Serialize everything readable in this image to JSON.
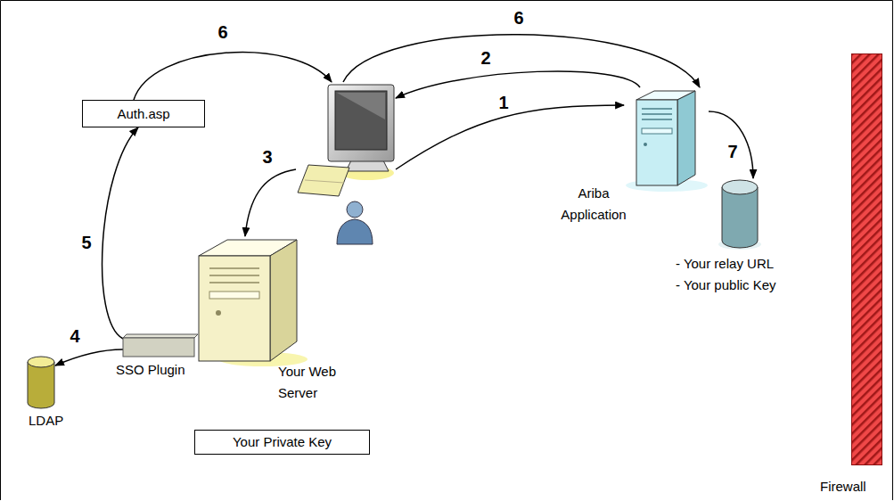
{
  "diagram": {
    "nodes": [
      {
        "text": [
          "Auth.asp"
        ]
      },
      {
        "text": []
      },
      {
        "text": [
          "Ariba Application"
        ]
      },
      {
        "text": [
          "- Your relay URL",
          "- Your public Key"
        ]
      },
      {
        "text": [
          "Your Web Server"
        ]
      },
      {
        "text": [
          "SSO Plugin"
        ]
      },
      {
        "text": [
          "LDAP"
        ]
      },
      {
        "text": [
          "Your Private Key"
        ]
      },
      {
        "text": [
          "Firewall"
        ]
      }
    ],
    "edges": [
      {
        "from": 1,
        "to": 2,
        "label": "1",
        "arrow": "to"
      },
      {
        "from": 2,
        "to": 1,
        "label": "2",
        "arrow": "to"
      },
      {
        "from": 1,
        "to": 4,
        "label": "3",
        "arrow": "to"
      },
      {
        "from": 5,
        "to": 6,
        "label": "4",
        "arrow": "to"
      },
      {
        "from": 5,
        "to": 0,
        "label": "5",
        "arrow": "to"
      },
      {
        "from": 0,
        "to": 1,
        "label": "6",
        "arrow": "to"
      },
      {
        "from": 1,
        "to": 2,
        "label": "6",
        "arrow": "to"
      },
      {
        "from": 2,
        "to": 3,
        "label": "7",
        "arrow": "to"
      }
    ]
  }
}
